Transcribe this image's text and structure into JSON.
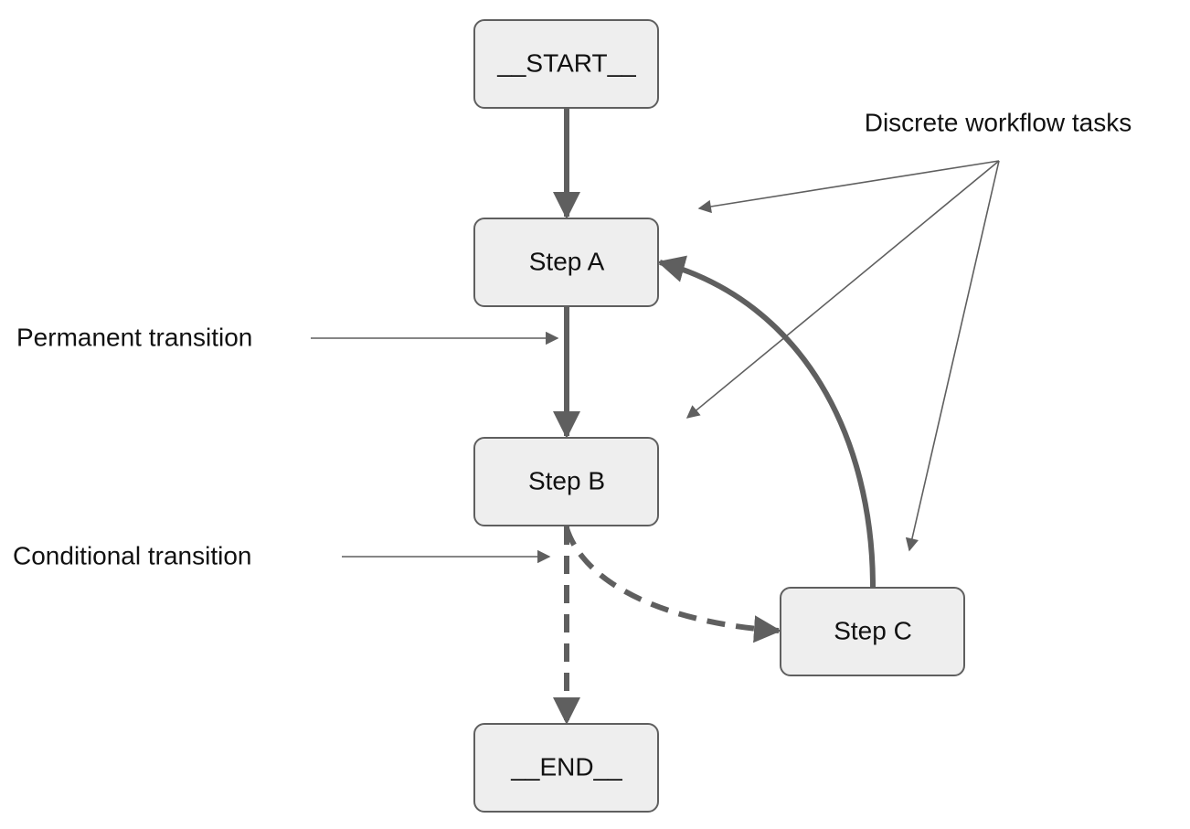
{
  "nodes": {
    "start": "__START__",
    "step_a": "Step A",
    "step_b": "Step B",
    "step_c": "Step C",
    "end": "__END__"
  },
  "annotations": {
    "discrete_tasks": "Discrete workflow tasks",
    "permanent": "Permanent transition",
    "conditional": "Conditional transition"
  },
  "colors": {
    "node_fill": "#eeeeee",
    "node_stroke": "#5f5f5f",
    "edge": "#5f5f5f",
    "text": "#111111"
  }
}
